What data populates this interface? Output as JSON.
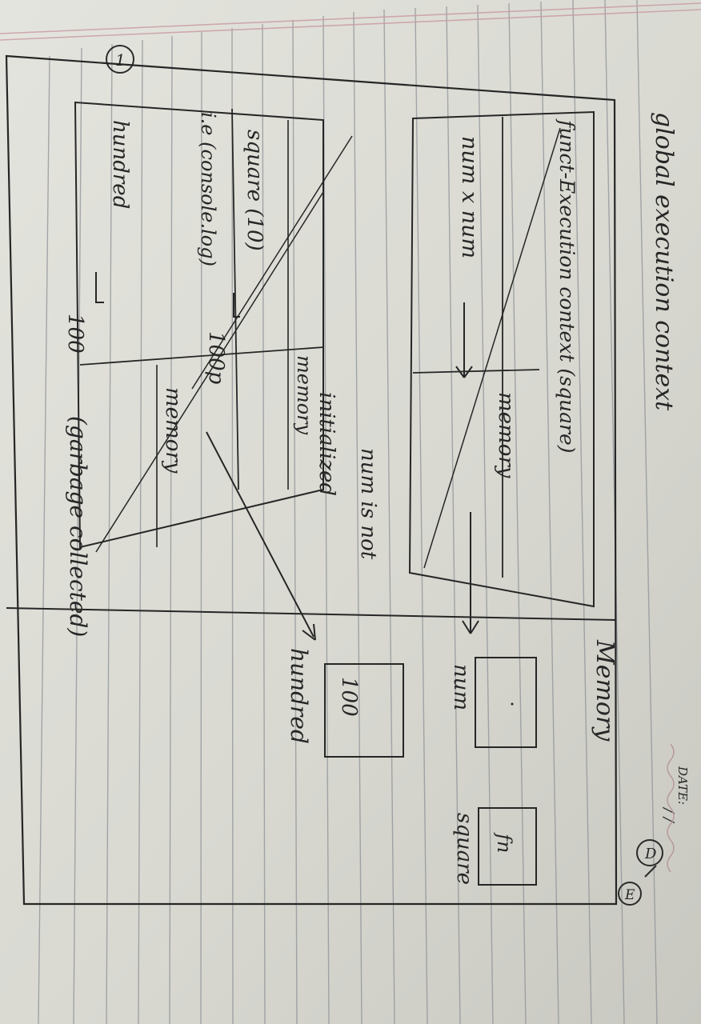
{
  "header": {
    "date_label": "DATE:",
    "date_value": "/ /"
  },
  "margin_marks": {
    "number": "1",
    "circle_d": "D",
    "circle_e": "E"
  },
  "diagram": {
    "title": "global execution context",
    "global_memory_label": "Memory",
    "fn_value": "fn",
    "square_label": "square",
    "num_label": "num",
    "hundred_value": "100",
    "hundred_label": "hundred",
    "fec_title": "funct-Execution context (square)",
    "fec_code": "num x num",
    "fec_memory_label": "memory",
    "not_initialized": [
      "num is not",
      "initialized"
    ],
    "main_code": [
      "square (10)",
      "i.e (console.log)",
      "hundred"
    ],
    "main_memory_labels": [
      "memory",
      "memory"
    ],
    "result_100p": "100p",
    "result_final": "100",
    "garbage_note": "(garbage collected)"
  }
}
